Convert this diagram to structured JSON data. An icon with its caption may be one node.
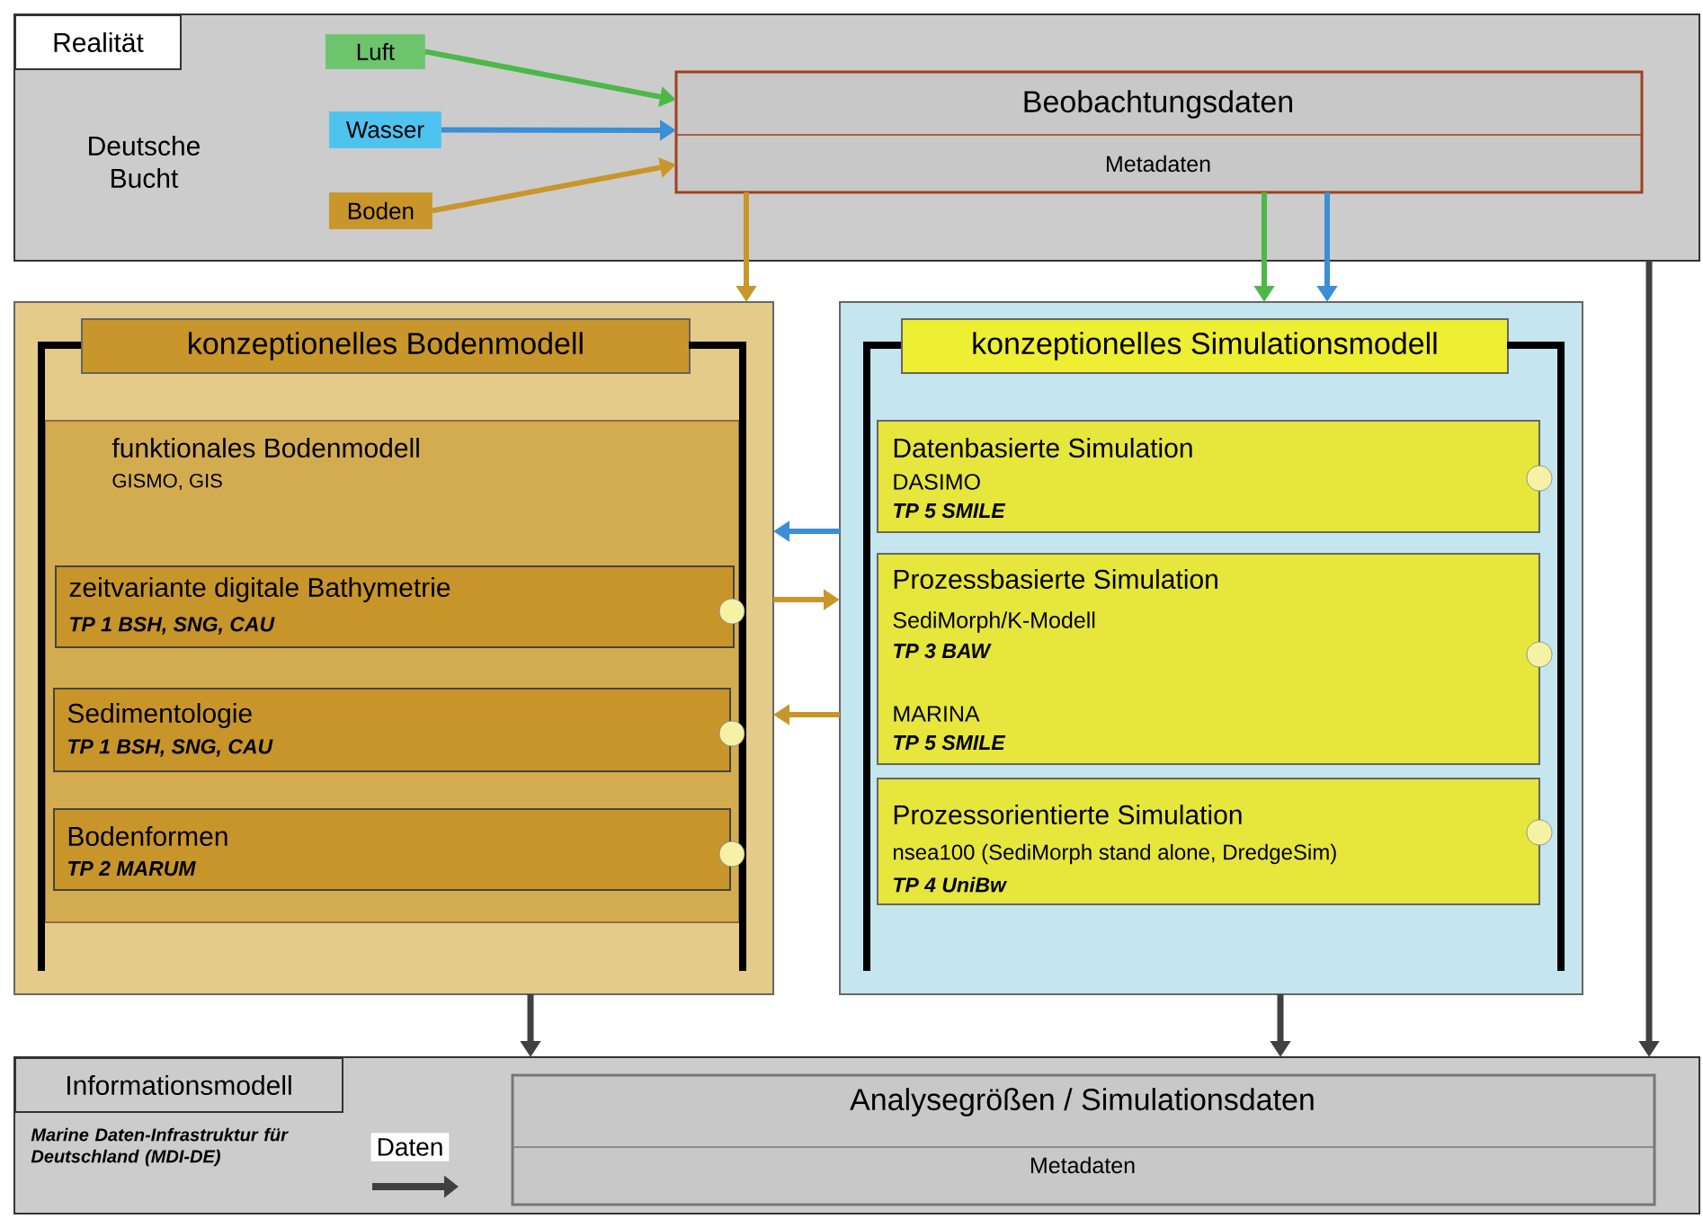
{
  "diagram": {
    "nodes": [
      {
        "text": [
          "Realität"
        ]
      },
      {
        "text": [
          "Luft"
        ],
        "in": 0
      },
      {
        "text": [
          "Wasser"
        ],
        "in": 0
      },
      {
        "text": [
          "Boden"
        ],
        "in": 0
      },
      {
        "text": [
          "Beobachtungsdaten",
          "Metadaten"
        ],
        "in": 0
      },
      {
        "text": [
          "konzeptionelles Bodenmodell"
        ]
      },
      {
        "text": [
          "funktionales Bodenmodell",
          "GISMO, GIS"
        ],
        "in": 5
      },
      {
        "text": [
          "zeitvariante digitale Bathymetrie",
          "TP 1  BSH, SNG, CAU"
        ],
        "in": 6
      },
      {
        "text": [
          "Sedimentologie",
          "TP 1  BSH, SNG, CAU"
        ],
        "in": 6
      },
      {
        "text": [
          "Bodenformen",
          "TP 2  MARUM"
        ],
        "in": 6
      },
      {
        "text": [
          "konzeptionelles Simulationsmodell"
        ]
      },
      {
        "text": [
          "Datenbasierte Simulation",
          "DASIMO",
          "TP 5  SMILE"
        ],
        "in": 10
      },
      {
        "text": [
          "Prozessbasierte Simulation",
          "SediMorph/K-Modell",
          "TP 3  BAW",
          "MARINA",
          "TP 5  SMILE"
        ],
        "in": 10
      },
      {
        "text": [
          "Prozessorientierte Simulation",
          "nsea100 (SediMorph stand alone, DredgeSim)",
          "TP 4  UniBw"
        ],
        "in": 10
      },
      {
        "text": [
          "Informationsmodell"
        ]
      },
      {
        "text": [
          "Analysegrößen / Simulationsdaten",
          "Metadaten"
        ],
        "in": 14
      }
    ],
    "edges": [
      {
        "from": 1,
        "to": 4,
        "arrow": "to",
        "color": "#4cb848"
      },
      {
        "from": 2,
        "to": 4,
        "arrow": "to",
        "color": "#3a8fd8"
      },
      {
        "from": 3,
        "to": 4,
        "arrow": "to",
        "color": "#c8962a"
      },
      {
        "from": 4,
        "to": 5,
        "arrow": "to",
        "color": "#c8962a"
      },
      {
        "from": 4,
        "to": 10,
        "arrow": "to",
        "color": "#4cb848"
      },
      {
        "from": 4,
        "to": 10,
        "arrow": "to",
        "color": "#3a8fd8"
      },
      {
        "from": 10,
        "to": 5,
        "arrow": "to",
        "color": "#3a8fd8"
      },
      {
        "from": 5,
        "to": 10,
        "arrow": "to",
        "color": "#c8962a"
      },
      {
        "from": 10,
        "to": 5,
        "arrow": "to",
        "color": "#c8962a"
      },
      {
        "from": 5,
        "to": 14,
        "arrow": "to",
        "color": "#404040"
      },
      {
        "from": 10,
        "to": 14,
        "arrow": "to",
        "color": "#404040"
      },
      {
        "from": 0,
        "to": 14,
        "arrow": "to",
        "color": "#404040"
      }
    ],
    "labels": [
      "Deutsche Bucht",
      "Marine Daten-Infrastruktur für Deutschland (MDI-DE)"
    ],
    "legend": [
      {
        "text": "Daten"
      }
    ]
  }
}
